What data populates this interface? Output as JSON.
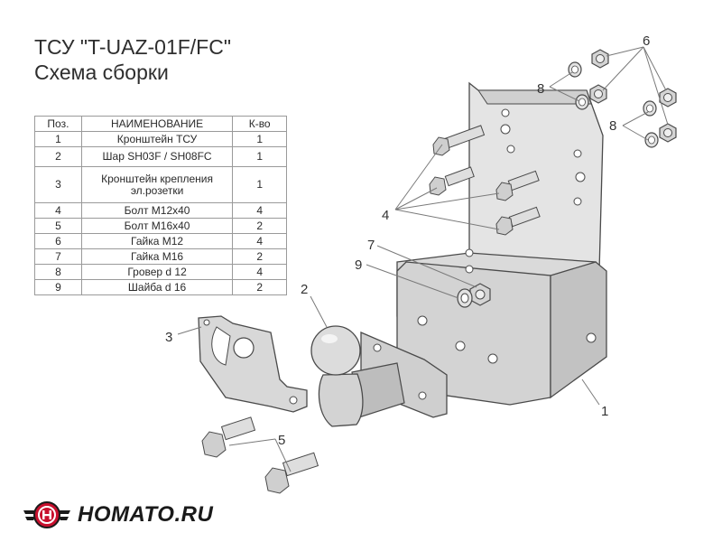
{
  "title": {
    "line1": "ТСУ \"T-UAZ-01F/FC\"",
    "line2": "Схема сборки"
  },
  "table": {
    "headers": [
      "Поз.",
      "НАИМЕНОВАНИЕ",
      "К-во"
    ],
    "rows": [
      {
        "pos": "1",
        "name": "Кронштейн ТСУ",
        "qty": "1"
      },
      {
        "pos": "2",
        "name": "Шар SH03F / SH08FC",
        "qty": "1"
      },
      {
        "pos": "3",
        "name": "Кронштейн крепления эл.розетки",
        "qty": "1"
      },
      {
        "pos": "4",
        "name": "Болт М12х40",
        "qty": "4"
      },
      {
        "pos": "5",
        "name": "Болт М16х40",
        "qty": "2"
      },
      {
        "pos": "6",
        "name": "Гайка М12",
        "qty": "4"
      },
      {
        "pos": "7",
        "name": "Гайка М16",
        "qty": "2"
      },
      {
        "pos": "8",
        "name": "Гровер d 12",
        "qty": "4"
      },
      {
        "pos": "9",
        "name": "Шайба d 16",
        "qty": "2"
      }
    ]
  },
  "callouts": {
    "c1": "1",
    "c2": "2",
    "c3": "3",
    "c4": "4",
    "c5": "5",
    "c6": "6",
    "c7": "7",
    "c8a": "8",
    "c8b": "8",
    "c9": "9"
  },
  "logo": {
    "text": "HOMATO.RU",
    "accent_color": "#c8102e"
  },
  "colors": {
    "part_fill": "#d9d9d9",
    "part_fill_light": "#e6e6e6",
    "part_fill_dark": "#bdbdbd",
    "outline": "#4a4a4a",
    "leader": "#7a7a7a"
  }
}
